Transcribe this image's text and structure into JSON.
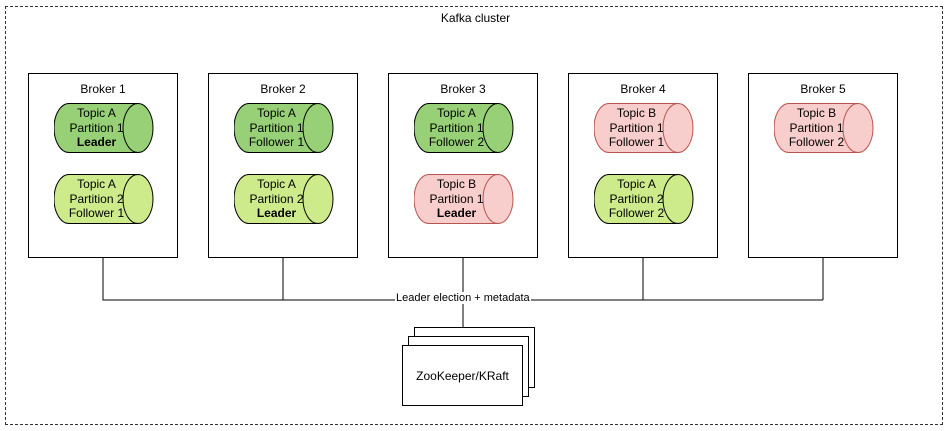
{
  "cluster": {
    "label": "Kafka cluster"
  },
  "colors": {
    "leader_green_fill": "#97d077",
    "follower_green_fill": "#cdeb8b",
    "topic_b_fill": "#f8cecc",
    "topic_b_stroke": "#b85450"
  },
  "brokers": [
    {
      "title": "Broker 1",
      "partitions": [
        {
          "lines": [
            "Topic A",
            "Partition 1",
            "Leader"
          ],
          "role": "leader",
          "style": "green-dark"
        },
        {
          "lines": [
            "Topic A",
            "Partition 2",
            "Follower 1"
          ],
          "role": "follower",
          "style": "green-light"
        }
      ]
    },
    {
      "title": "Broker 2",
      "partitions": [
        {
          "lines": [
            "Topic A",
            "Partition 1",
            "Follower 1"
          ],
          "role": "follower",
          "style": "green-dark"
        },
        {
          "lines": [
            "Topic A",
            "Partition 2",
            "Leader"
          ],
          "role": "leader",
          "style": "green-light"
        }
      ]
    },
    {
      "title": "Broker 3",
      "partitions": [
        {
          "lines": [
            "Topic A",
            "Partition 1",
            "Follower 2"
          ],
          "role": "follower",
          "style": "green-dark"
        },
        {
          "lines": [
            "Topic B",
            "Partition 1",
            "Leader"
          ],
          "role": "leader",
          "style": "red"
        }
      ]
    },
    {
      "title": "Broker 4",
      "partitions": [
        {
          "lines": [
            "Topic B",
            "Partition 1",
            "Follower 1"
          ],
          "role": "follower",
          "style": "red"
        },
        {
          "lines": [
            "Topic A",
            "Partition 2",
            "Follower 2"
          ],
          "role": "follower",
          "style": "green-light"
        }
      ]
    },
    {
      "title": "Broker 5",
      "partitions": [
        {
          "lines": [
            "Topic B",
            "Partition 1",
            "Follower 2"
          ],
          "role": "follower",
          "style": "red"
        }
      ]
    }
  ],
  "connector": {
    "label": "Leader election + metadata"
  },
  "coordinator": {
    "label": "ZooKeeper/KRaft"
  }
}
